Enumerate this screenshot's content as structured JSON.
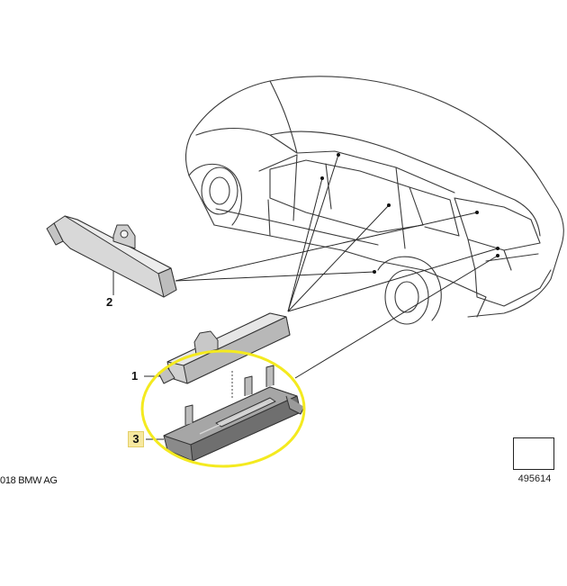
{
  "callouts": {
    "part1": "1",
    "part2": "2",
    "part3": "3"
  },
  "copyright": "018 BMW AG",
  "reference_number": "495614",
  "colors": {
    "highlight_ellipse": "#f4ea1f",
    "callout_highlight": "#f7e9a0",
    "line": "#2a2a2a"
  }
}
